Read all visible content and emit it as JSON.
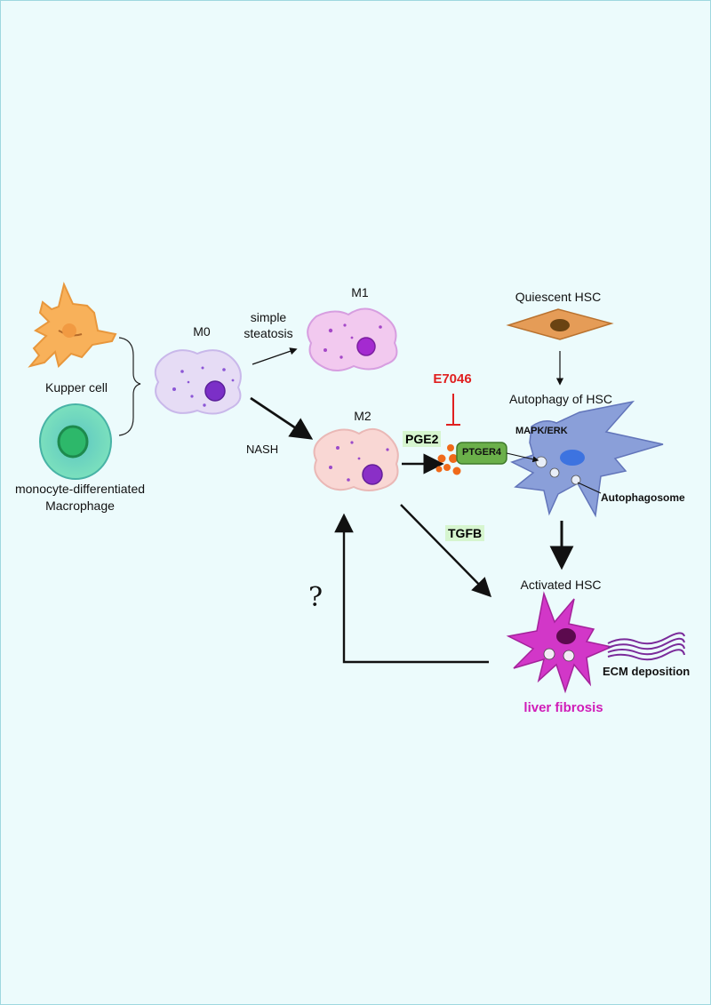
{
  "labels": {
    "kupffer": "Kupper cell",
    "macrophage_line1": "monocyte-differentiated",
    "macrophage_line2": "Macrophage",
    "m0": "M0",
    "m1": "M1",
    "m2": "M2",
    "simple_line1": "simple",
    "simple_line2": "steatosis",
    "nash": "NASH",
    "e7046": "E7046",
    "pge2": "PGE2",
    "ptger4": "PTGER4",
    "quiescent": "Quiescent HSC",
    "autophagy": "Autophagy of HSC",
    "mapk": "MAPK/ERK",
    "autophagosome": "Autophagosome",
    "tgfb": "TGFB",
    "activated": "Activated HSC",
    "question": "?",
    "ecm": "ECM deposition",
    "fibrosis": "liver fibrosis"
  },
  "colors": {
    "background": "#ecfbfc",
    "kupffer": "#f8b15a",
    "macrophage": "#6ed9b9",
    "m0": "#e6dcf5",
    "m1": "#f2c9ef",
    "m2": "#f9d7d4",
    "quiescent_hsc": "#e59c57",
    "autophagy_hsc": "#8a9fd9",
    "activated_hsc": "#d237c8",
    "inhibitor": "#e02020",
    "pge2_dots": "#f06a1a",
    "ptger4": "#6bb04a",
    "fibrosis_text": "#d01cb8"
  }
}
